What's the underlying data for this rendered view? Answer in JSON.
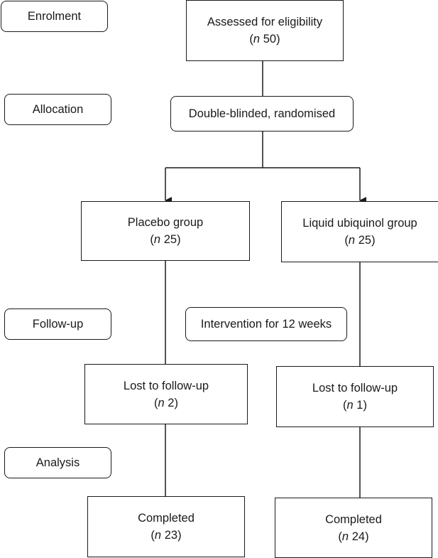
{
  "stages": {
    "enrolment": "Enrolment",
    "allocation": "Allocation",
    "followup": "Follow-up",
    "analysis": "Analysis"
  },
  "assessed": {
    "label": "Assessed for eligibility",
    "n_prefix": "n",
    "n_value": "50"
  },
  "randomised": {
    "label": "Double-blinded, randomised"
  },
  "intervention": {
    "label": "Intervention for 12 weeks"
  },
  "placebo": {
    "group": {
      "label": "Placebo group",
      "n_prefix": "n",
      "n_value": "25"
    },
    "lost": {
      "label": "Lost to follow-up",
      "n_prefix": "n",
      "n_value": "2"
    },
    "completed": {
      "label": "Completed",
      "n_prefix": "n",
      "n_value": "23"
    }
  },
  "ubiquinol": {
    "group": {
      "label": "Liquid ubiquinol group",
      "n_prefix": "n",
      "n_value": "25"
    },
    "lost": {
      "label": "Lost to follow-up",
      "n_prefix": "n",
      "n_value": "1"
    },
    "completed": {
      "label": "Completed",
      "n_prefix": "n",
      "n_value": "24"
    }
  },
  "colors": {
    "line": "#1a1a1a",
    "background": "#ffffff"
  }
}
